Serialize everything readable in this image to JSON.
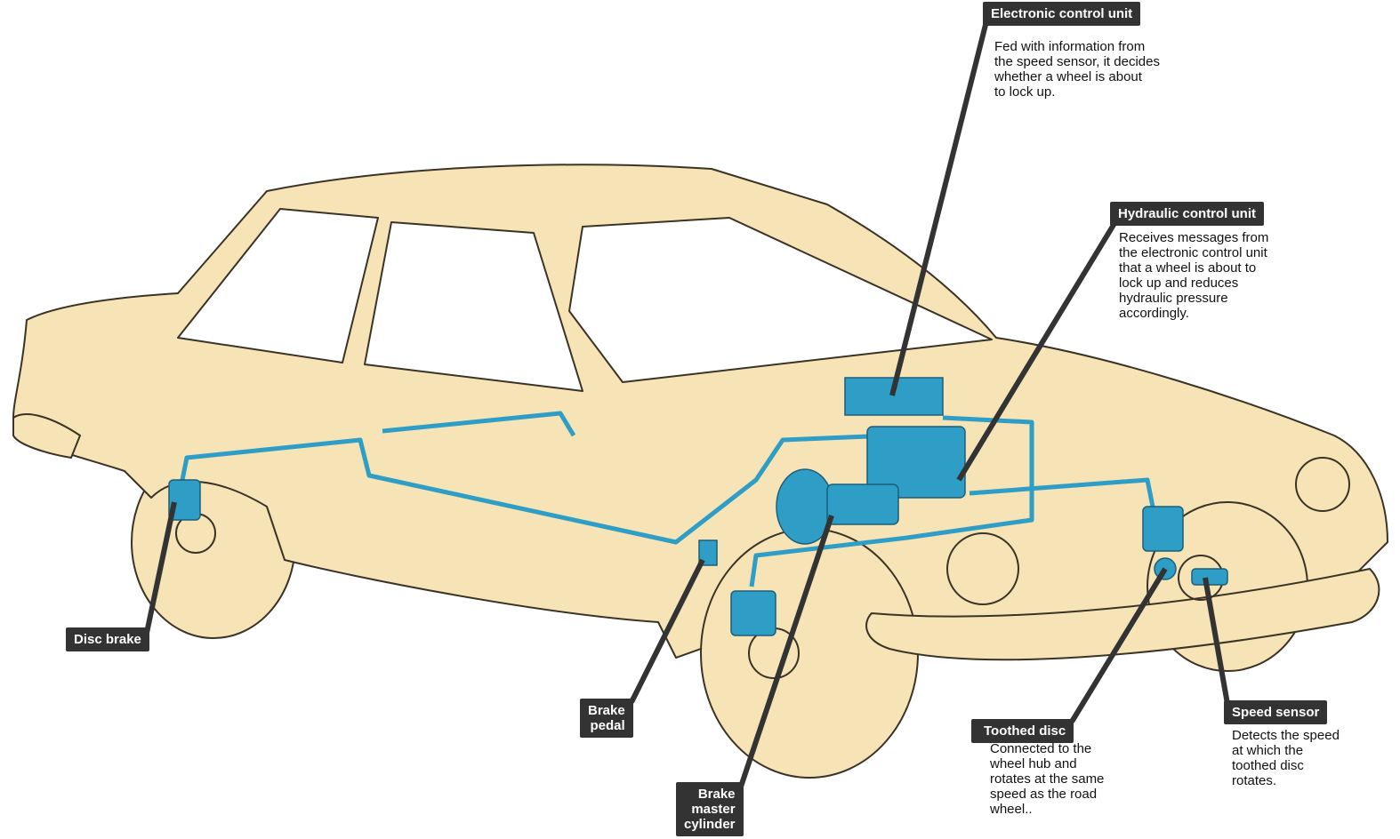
{
  "colors": {
    "body": "#f6e3b6",
    "outline": "#3a3326",
    "hydraulic": "#2e9ec6",
    "leader": "#333333"
  },
  "labels": {
    "ecu": {
      "title": "Electronic control unit",
      "desc": "Fed with information from\nthe speed sensor, it decides\nwhether a wheel is about\nto lock up."
    },
    "hcu": {
      "title": "Hydraulic control unit",
      "desc": "Receives messages from\nthe electronic control unit\nthat a wheel is about to\nlock up and reduces\nhydraulic pressure\naccordingly."
    },
    "disc_brake": {
      "title": "Disc brake"
    },
    "brake_pedal": {
      "title": "Brake\npedal"
    },
    "master_cylinder": {
      "title": "Brake\nmaster\ncylinder"
    },
    "toothed_disc": {
      "title": "Toothed disc",
      "desc": "Connected to the\nwheel hub and\nrotates at the same\nspeed as the road\nwheel.."
    },
    "speed_sensor": {
      "title": "Speed sensor",
      "desc": "Detects the speed\nat which the\ntoothed disc\nrotates."
    }
  }
}
